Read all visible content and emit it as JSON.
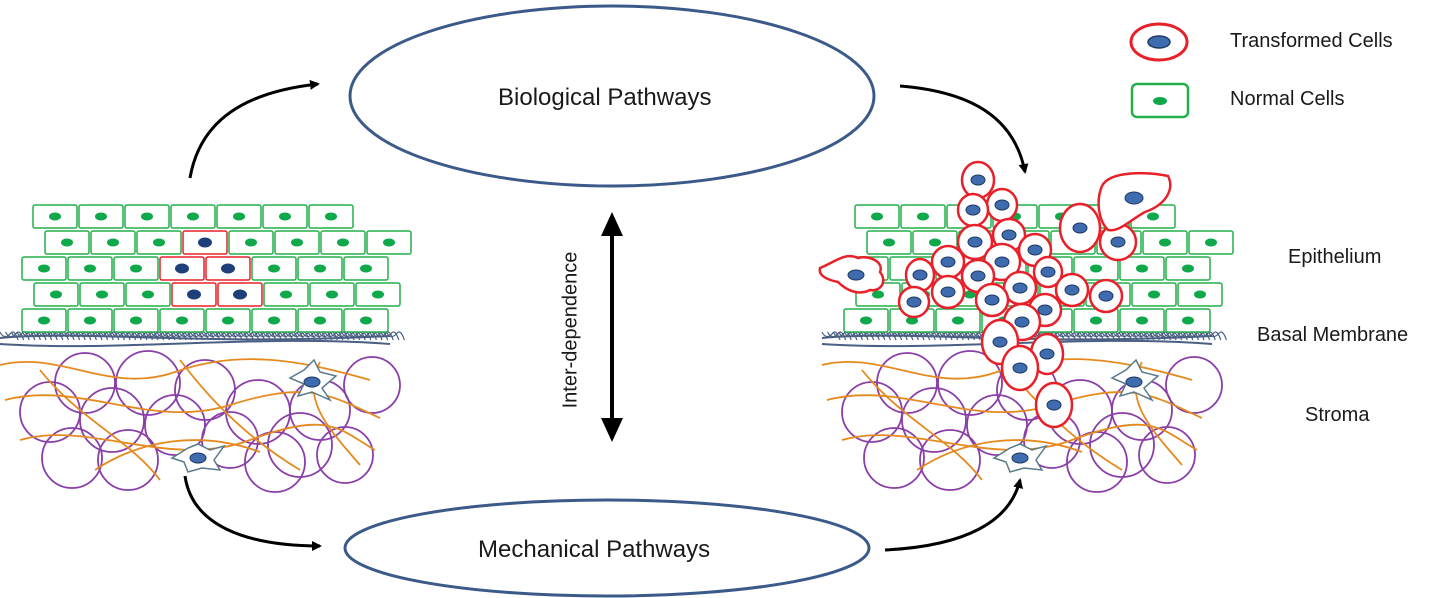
{
  "pathways": {
    "biological": "Biological Pathways",
    "mechanical": "Mechanical Pathways",
    "interdependence": "Inter-dependence"
  },
  "legend": {
    "transformed": "Transformed Cells",
    "normal": "Normal Cells"
  },
  "layers": {
    "epithelium": "Epithelium",
    "basal_membrane": "Basal Membrane",
    "stroma": "Stroma"
  },
  "colors": {
    "normal_cell_border": "#22b04b",
    "normal_nucleus": "#0fa84a",
    "transformed_border": "#e8202a",
    "transformed_nucleus": "#3f6cae",
    "pathway_ellipse": "#3b5a8a",
    "stroma_circle": "#8a3fa8",
    "fiber": "#e58a1f",
    "membrane": "#4a5f84"
  }
}
